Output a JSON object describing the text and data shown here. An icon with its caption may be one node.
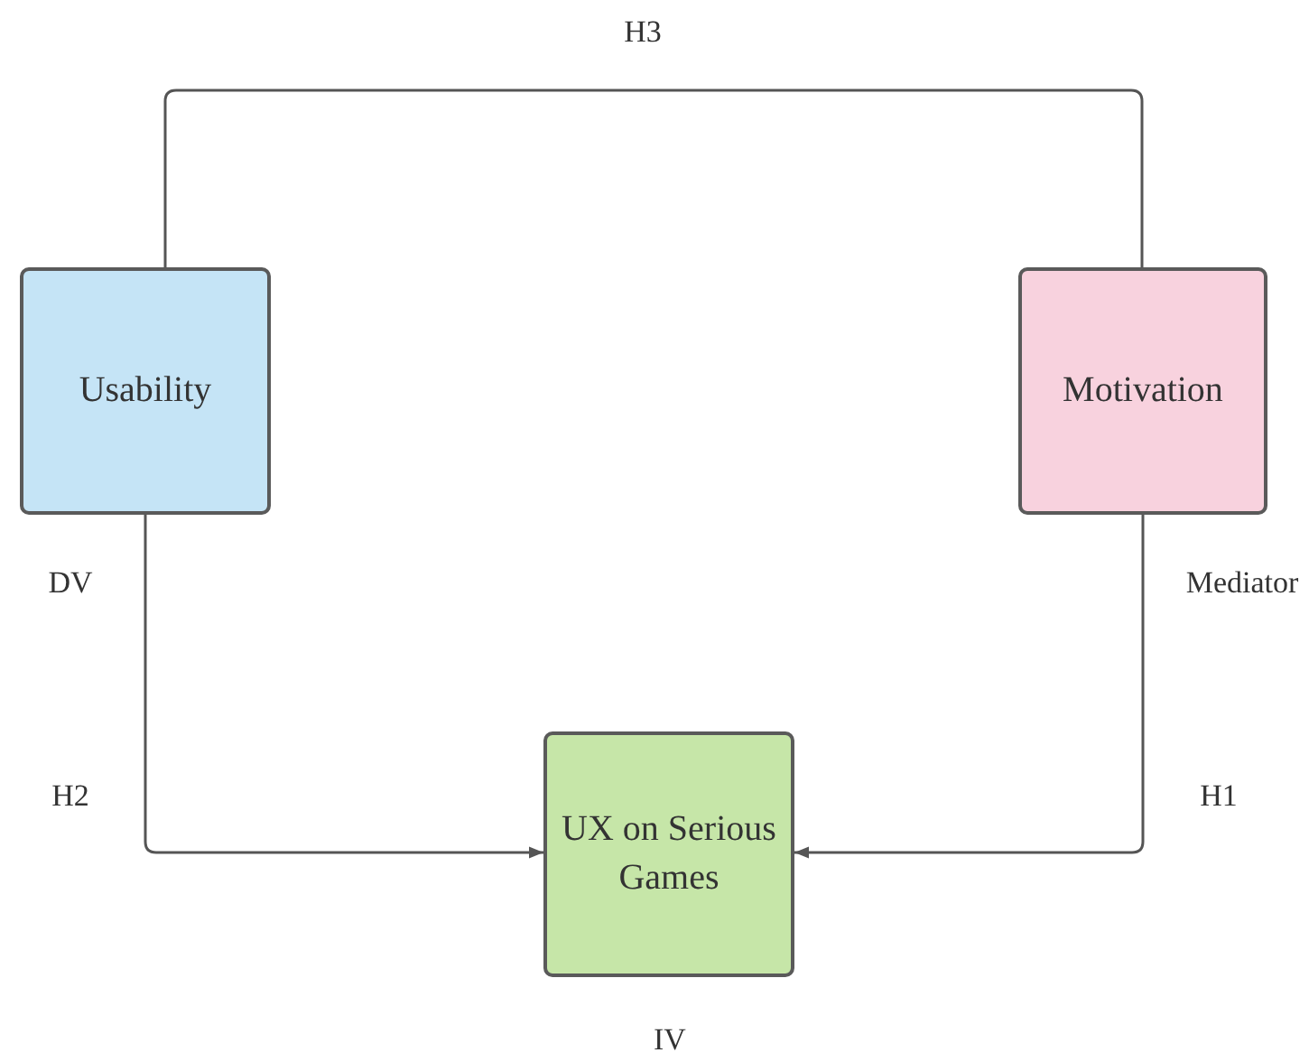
{
  "diagram": {
    "nodes": [
      {
        "text": [
          "Usability"
        ],
        "beside": [
          "DV"
        ]
      },
      {
        "text": [
          "Motivation"
        ],
        "beside": [
          "Mediator"
        ]
      },
      {
        "text": [
          "UX on Serious Games"
        ],
        "beside": [
          "IV"
        ]
      }
    ],
    "edges": [
      {
        "from": 0,
        "to": 1,
        "arrow": "none",
        "label": "H3"
      },
      {
        "from": 0,
        "to": 2,
        "arrow": "to",
        "label": "H2"
      },
      {
        "from": 1,
        "to": 2,
        "arrow": "to",
        "label": "H1"
      }
    ]
  }
}
